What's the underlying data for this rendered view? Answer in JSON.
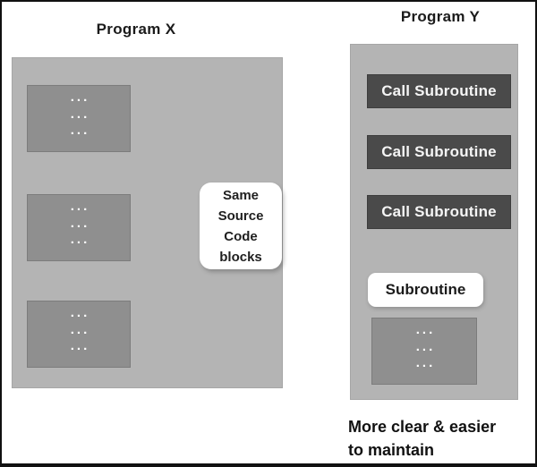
{
  "program_x": {
    "title": "Program X",
    "code_blocks": [
      {
        "dots": [
          "...",
          "...",
          "..."
        ]
      },
      {
        "dots": [
          "...",
          "...",
          "..."
        ]
      },
      {
        "dots": [
          "...",
          "...",
          "..."
        ]
      }
    ],
    "callout_lines": [
      "Same",
      "Source",
      "Code",
      "blocks"
    ]
  },
  "program_y": {
    "title": "Program Y",
    "call_boxes": [
      "Call Subroutine",
      "Call Subroutine",
      "Call Subroutine"
    ],
    "subroutine_label": "Subroutine",
    "code_block": {
      "dots": [
        "...",
        "...",
        "..."
      ]
    },
    "caption_lines": [
      "More clear & easier",
      "to maintain"
    ]
  },
  "colors": {
    "container_gray": "#b4b4b4",
    "code_block_gray": "#8f8f8f",
    "call_box_dark": "#4a4a4a",
    "callout_white": "#ffffff",
    "connector_line": "#565656",
    "text_black": "#1b1b1b",
    "frame_border": "#111111"
  }
}
